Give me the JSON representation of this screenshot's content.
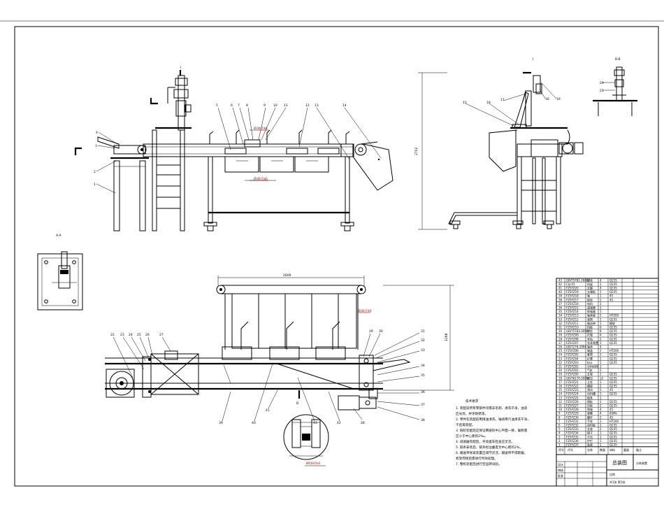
{
  "dimensions": {
    "length_top": "2609",
    "height_right": "2702",
    "width_plan": "1268",
    "dim_a": "Ø30h7/k6",
    "dim_b": "Ø30h7/g6",
    "dim_c": "Ø42H7/k6"
  },
  "section_marks": [
    "I",
    "I",
    "A-A",
    "B",
    "B-B"
  ],
  "part_labels_front": [
    "1",
    "2",
    "3",
    "4",
    "5",
    "6",
    "7",
    "8",
    "9",
    "10",
    "11",
    "12",
    "13",
    "14"
  ],
  "part_labels_side": [
    "15",
    "16",
    "17",
    "18",
    "19",
    "20",
    "21"
  ],
  "part_labels_plan": [
    "22",
    "23",
    "24",
    "25",
    "26",
    "27",
    "28",
    "29",
    "30",
    "31",
    "32",
    "33",
    "34",
    "35",
    "36",
    "37",
    "38",
    "39",
    "40",
    "41",
    "42",
    "43"
  ],
  "tech_requirements": {
    "title": "技术要求",
    "items": [
      "1. 装配前所有零部件均需去毛刺、清洗干净，油漆",
      "   应光亮，并涂防锈漆。",
      "2. 零件在装配前用煤油清洗，轴承用汽油清洗干净，",
      "   干后再装配。",
      "3. 链轮装配后应保证两链轮中心平面一致，偏移量",
      "   应小于中心距的2‰。",
      "4. 减速器装配后，手动盘车检查应灵活。",
      "5. 链条安装后，链条松边垂度为中心距的2%。",
      "6. 输送带张紧装置应调节灵活，输送带不得跑偏，",
      "   机架焊接后需进行时效处理。",
      "7. 整机装配后进行空运转试验。"
    ]
  },
  "bom": {
    "header": [
      "序号",
      "代号",
      "名称",
      "数量",
      "材料",
      "重量",
      "备注"
    ],
    "rows": [
      [
        "43",
        "GB/T5781-2000",
        "螺栓",
        "4",
        "Q235",
        "",
        ""
      ],
      [
        "42",
        "CLJ-01",
        "机架",
        "1",
        "Q235",
        "",
        ""
      ],
      [
        "41",
        "FZSFZ20",
        "支腿",
        "4",
        "Q235",
        "",
        ""
      ],
      [
        "40",
        "FZSFZ19",
        "支撑板",
        "1",
        "Q235",
        "",
        ""
      ],
      [
        "39",
        "FZSFZ18",
        "轴",
        "1",
        "45",
        "",
        ""
      ],
      [
        "38",
        "FZSFZ17",
        "链轮",
        "2",
        "45",
        "",
        ""
      ],
      [
        "37",
        "FZSFZ16",
        "电机",
        "1",
        "",
        "",
        ""
      ],
      [
        "36",
        "FZSFZ15",
        "减速器",
        "1",
        "",
        "",
        ""
      ],
      [
        "35",
        "FZSFZ14",
        "联轴器",
        "1",
        "",
        "",
        ""
      ],
      [
        "34",
        "FZSFZ13",
        "轴承座",
        "2",
        "HT200",
        "",
        ""
      ],
      [
        "33",
        "FZSFZ12",
        "滚筒",
        "1",
        "Q235",
        "",
        ""
      ],
      [
        "32",
        "FZSFZ11",
        "输送带",
        "1",
        "橡胶",
        "",
        ""
      ],
      [
        "31",
        "FZSFZ10",
        "挡板",
        "6",
        "Q235",
        "",
        ""
      ],
      [
        "30",
        "GB/T5783-2000",
        "螺栓",
        "8",
        "Q235",
        "",
        ""
      ],
      [
        "29",
        "FZSFZ09",
        "托辊",
        "6",
        "Q235",
        "",
        ""
      ],
      [
        "28",
        "FZSFZ08",
        "导轨",
        "2",
        "Q235",
        "",
        ""
      ],
      [
        "27",
        "FZSFZ07",
        "张紧装置",
        "1",
        "Q235",
        "",
        ""
      ],
      [
        "26",
        "GB/T276-1994",
        "轴承",
        "4",
        "",
        "",
        ""
      ],
      [
        "25",
        "FZSFZ06",
        "端盖",
        "2",
        "HT200",
        "",
        ""
      ],
      [
        "24",
        "FZSFZ05",
        "套筒",
        "2",
        "Q235",
        "",
        ""
      ],
      [
        "23",
        "FZSFZ04",
        "护罩",
        "1",
        "Q235",
        "",
        ""
      ],
      [
        "22",
        "FZSFZ03",
        "料斗",
        "1",
        "Q235",
        "",
        ""
      ],
      [
        "21",
        "FZSFZ02",
        "分料机构",
        "1",
        "",
        "",
        ""
      ],
      [
        "20",
        "FZSFZ01",
        "气缸",
        "2",
        "",
        "",
        ""
      ],
      [
        "19",
        "FZSFZ00",
        "支架",
        "1",
        "Q235",
        "",
        ""
      ],
      [
        "18",
        "GB/T6170-2000",
        "螺母",
        "12",
        "Q235",
        "",
        ""
      ],
      [
        "17",
        "FZSFZ21",
        "立柱",
        "1",
        "Q235",
        "",
        ""
      ],
      [
        "16",
        "FZSFZ22",
        "横梁",
        "2",
        "Q235",
        "",
        ""
      ],
      [
        "15",
        "FZSFZ23",
        "滑块",
        "2",
        "45",
        "",
        ""
      ],
      [
        "14",
        "FZSFZ24",
        "出料槽",
        "1",
        "Q235",
        "",
        ""
      ],
      [
        "13",
        "FZSFZ25",
        "链条",
        "1",
        "",
        "",
        ""
      ],
      [
        "12",
        "FZSFZ26",
        "隔板",
        "3",
        "Q235",
        "",
        ""
      ],
      [
        "11",
        "FZSFZ27",
        "压板",
        "2",
        "Q235",
        "",
        ""
      ],
      [
        "10",
        "FZSFZ28",
        "销轴",
        "4",
        "45",
        "",
        ""
      ],
      [
        "9",
        "FZSFZ29",
        "弹簧",
        "4",
        "65Mn",
        "",
        ""
      ],
      [
        "8",
        "FZSFZ30",
        "螺杆",
        "2",
        "45",
        "",
        ""
      ],
      [
        "7",
        "FZSFZ31",
        "手轮",
        "1",
        "HT200",
        "",
        ""
      ],
      [
        "6",
        "FZSFZ32",
        "进料板",
        "1",
        "Q235",
        "",
        ""
      ],
      [
        "5",
        "FZSFZ33",
        "支座",
        "2",
        "Q235",
        "",
        ""
      ],
      [
        "4",
        "FZSFZ34",
        "梯子",
        "1",
        "Q235",
        "",
        ""
      ],
      [
        "3",
        "FZSFZ35",
        "平台",
        "1",
        "Q235",
        "",
        ""
      ],
      [
        "2",
        "FZSFZ36",
        "护栏",
        "1",
        "Q235",
        "",
        ""
      ],
      [
        "1",
        "FZSFZ37",
        "底座",
        "1",
        "Q235",
        "",
        ""
      ]
    ]
  },
  "title_block": {
    "drawing_title": "总装图",
    "drawing_name": "分拣装置",
    "scale_label": "比例",
    "sheet_label": "共1张 第1张",
    "designer": "设计",
    "checker": "审核",
    "approve": "批准"
  }
}
